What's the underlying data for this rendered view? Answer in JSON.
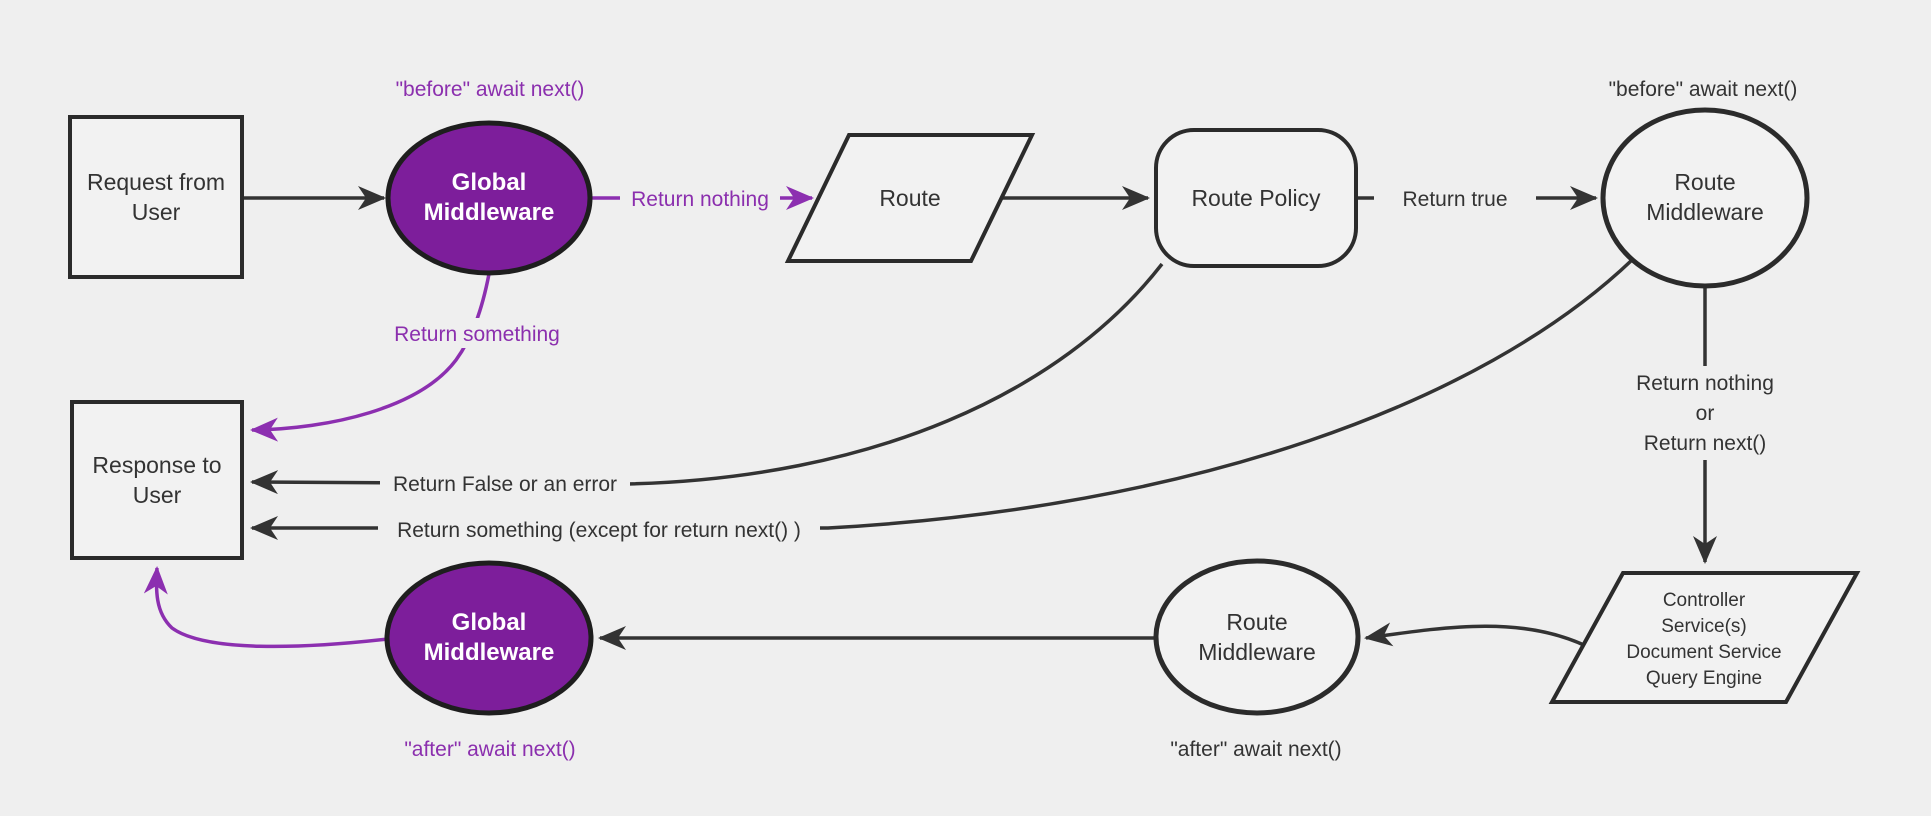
{
  "diagram": {
    "type": "flowchart",
    "background": "#efefef",
    "colors": {
      "node_fill": "#f2f2f2",
      "node_stroke": "#2b2b2b",
      "purple_node_fill": "#7d1e9b",
      "purple_accent": "#8c2fb0",
      "purple_text": "#8b2fae",
      "edge_stroke": "#333333",
      "text": "#333333",
      "white_text": "#ffffff"
    },
    "nodes": {
      "request_from_user": {
        "line1": "Request from",
        "line2": "User"
      },
      "global_middleware_top": {
        "line1": "Global",
        "line2": "Middleware"
      },
      "route": {
        "label": "Route"
      },
      "route_policy": {
        "label": "Route Policy"
      },
      "route_middleware_top": {
        "line1": "Route",
        "line2": "Middleware"
      },
      "controller_services": {
        "line1": "Controller",
        "line2": "Service(s)",
        "line3": "Document Service",
        "line4": "Query Engine"
      },
      "route_middleware_bottom": {
        "line1": "Route",
        "line2": "Middleware"
      },
      "global_middleware_bottom": {
        "line1": "Global",
        "line2": "Middleware"
      },
      "response_to_user": {
        "line1": "Response to",
        "line2": "User"
      }
    },
    "labels": {
      "before_await_next_global": "\"before\" await next()",
      "before_await_next_route": "\"before\" await next()",
      "after_await_next_route": "\"after\" await next()",
      "after_await_next_global": "\"after\" await next()",
      "return_nothing": "Return nothing",
      "return_true": "Return true",
      "return_something": "Return something",
      "return_false_or_error": "Return False or an error",
      "return_something_except": "Return something (except for return next() )",
      "return_nothing_or": {
        "line1": "Return nothing",
        "line2": "or",
        "line3": "Return next()"
      }
    }
  }
}
